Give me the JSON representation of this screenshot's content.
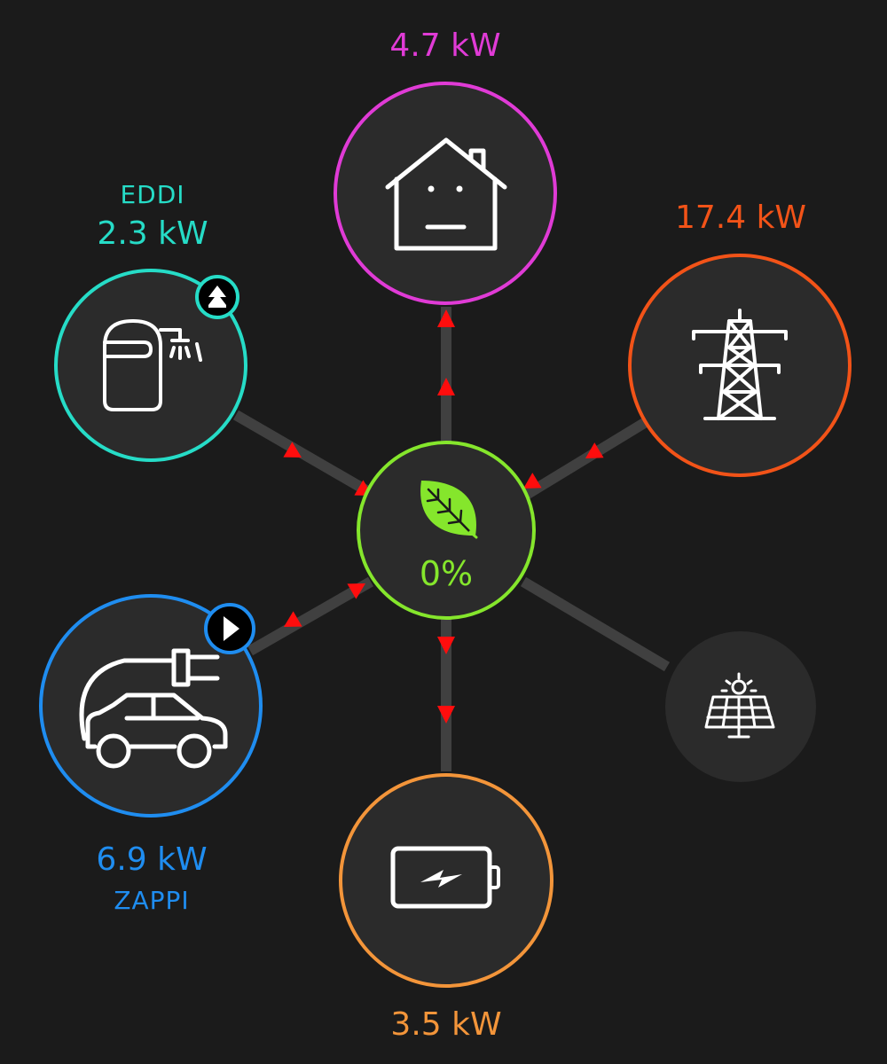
{
  "house": {
    "power": "4.7 kW",
    "icon": "house-icon",
    "color": "#e03bd6"
  },
  "grid": {
    "power": "17.4 kW",
    "icon": "pylon-icon",
    "color": "#f25318"
  },
  "eddi": {
    "name": "EDDI",
    "power": "2.3 kW",
    "icon": "water-heater-icon",
    "status_icon": "boost-icon",
    "color": "#26dcc7"
  },
  "zappi": {
    "name": "ZAPPI",
    "power": "6.9 kW",
    "icon": "ev-charger-car-icon",
    "status_icon": "play-icon",
    "color": "#1f8df0"
  },
  "battery": {
    "power": "3.5 kW",
    "icon": "battery-icon",
    "color": "#f3953a"
  },
  "solar": {
    "icon": "solar-panel-icon"
  },
  "hub": {
    "percent": "0%",
    "icon": "leaf-icon",
    "color": "#85e62c"
  },
  "flow_arrow_color": "#ff0d0d"
}
